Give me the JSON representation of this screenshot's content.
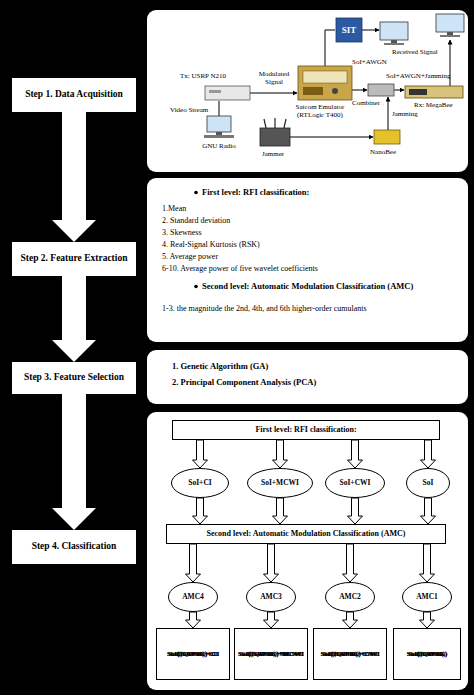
{
  "diagram": {
    "nodes": [
      {
        "text": [
          "Step 1. Data Acquisition"
        ]
      },
      {
        "text": [
          "Tx: USRP N210",
          "Modulated Signal",
          "Video Stream",
          "GNU Radio",
          "SIT",
          "SoI+AWGN",
          "Received Signal",
          "Satcom Emulator (RTLogic T400)",
          "Combiner",
          "SoI+AWGN+Jamming",
          "Rx: MegaBee",
          "Jamming",
          "Jammer",
          "NanoBee"
        ]
      },
      {
        "text": [
          "Step 2. Feature Extraction"
        ]
      },
      {
        "text": [
          "First level: RFI classification:",
          "1.Mean",
          "2. Standard deviation",
          "3. Skewness",
          "4. Real-Signal Kurtosis (RSK)",
          "5. Average power",
          "6-10. Average power of five wavelet coefficients",
          "Second level: Automatic Modulation Classification (AMC)",
          "1-3. the magnitude the 2nd, 4th, and 6th higher-order cumulants"
        ]
      },
      {
        "text": [
          "Step 3. Feature Selection"
        ]
      },
      {
        "text": [
          "1. Genetic Algorithm (GA)",
          "2. Principal Component Analysis (PCA)"
        ]
      },
      {
        "text": [
          "Step 4. Classification"
        ]
      },
      {
        "text": []
      },
      {
        "text": [
          "First level: RFI classification:"
        ],
        "in": 7
      },
      {
        "text": [
          "SoI+CI"
        ],
        "in": 7
      },
      {
        "text": [
          "SoI+MCWI"
        ],
        "in": 7
      },
      {
        "text": [
          "SoI+CWI"
        ],
        "in": 7
      },
      {
        "text": [
          "SoI"
        ],
        "in": 7
      },
      {
        "text": [
          "Second level: Automatic Modulation Classification (AMC)"
        ],
        "in": 7
      },
      {
        "text": [
          "AMC4"
        ],
        "in": 7
      },
      {
        "text": [
          "AMC3"
        ],
        "in": 7
      },
      {
        "text": [
          "AMC2"
        ],
        "in": 7
      },
      {
        "text": [
          "AMC1"
        ],
        "in": 7
      },
      {
        "text": [
          "SoI(QPSK)+CI",
          "SoI(8APSK)+CI",
          "SoI(16APSK)+CI",
          "SoI(32APSK)+CI"
        ],
        "in": 7
      },
      {
        "text": [
          "SoI(QPSK)+MCWI",
          "SoI(8APSK)+MCWI",
          "SoI(16APSK)+MCWI",
          "SoI(16APSK)+MCWI"
        ],
        "in": 7
      },
      {
        "text": [
          "SoI(QPSK)+CWI",
          "SoI(8APSK)+CWI",
          "SoI(16APSK)+CWI",
          "SoI(32APSK)+CWI"
        ],
        "in": 7
      },
      {
        "text": [
          "SoI(QPSK)",
          "SoI(8APSK)",
          "SoI(16APSK)",
          "SoI(32APSK)"
        ],
        "in": 7
      }
    ],
    "edges": [
      {
        "from": 0,
        "to": 2,
        "arrow": "to"
      },
      {
        "from": 2,
        "to": 4,
        "arrow": "to"
      },
      {
        "from": 4,
        "to": 6,
        "arrow": "to"
      },
      {
        "from": 8,
        "to": 9,
        "arrow": "to"
      },
      {
        "from": 8,
        "to": 10,
        "arrow": "to"
      },
      {
        "from": 8,
        "to": 11,
        "arrow": "to"
      },
      {
        "from": 8,
        "to": 12,
        "arrow": "to"
      },
      {
        "from": 9,
        "to": 13,
        "arrow": "to"
      },
      {
        "from": 10,
        "to": 13,
        "arrow": "to"
      },
      {
        "from": 11,
        "to": 13,
        "arrow": "to"
      },
      {
        "from": 12,
        "to": 13,
        "arrow": "to"
      },
      {
        "from": 13,
        "to": 14,
        "arrow": "to"
      },
      {
        "from": 13,
        "to": 15,
        "arrow": "to"
      },
      {
        "from": 13,
        "to": 16,
        "arrow": "to"
      },
      {
        "from": 13,
        "to": 17,
        "arrow": "to"
      },
      {
        "from": 14,
        "to": 18,
        "arrow": "to"
      },
      {
        "from": 15,
        "to": 19,
        "arrow": "to"
      },
      {
        "from": 16,
        "to": 20,
        "arrow": "to"
      },
      {
        "from": 17,
        "to": 21,
        "arrow": "to"
      }
    ]
  }
}
